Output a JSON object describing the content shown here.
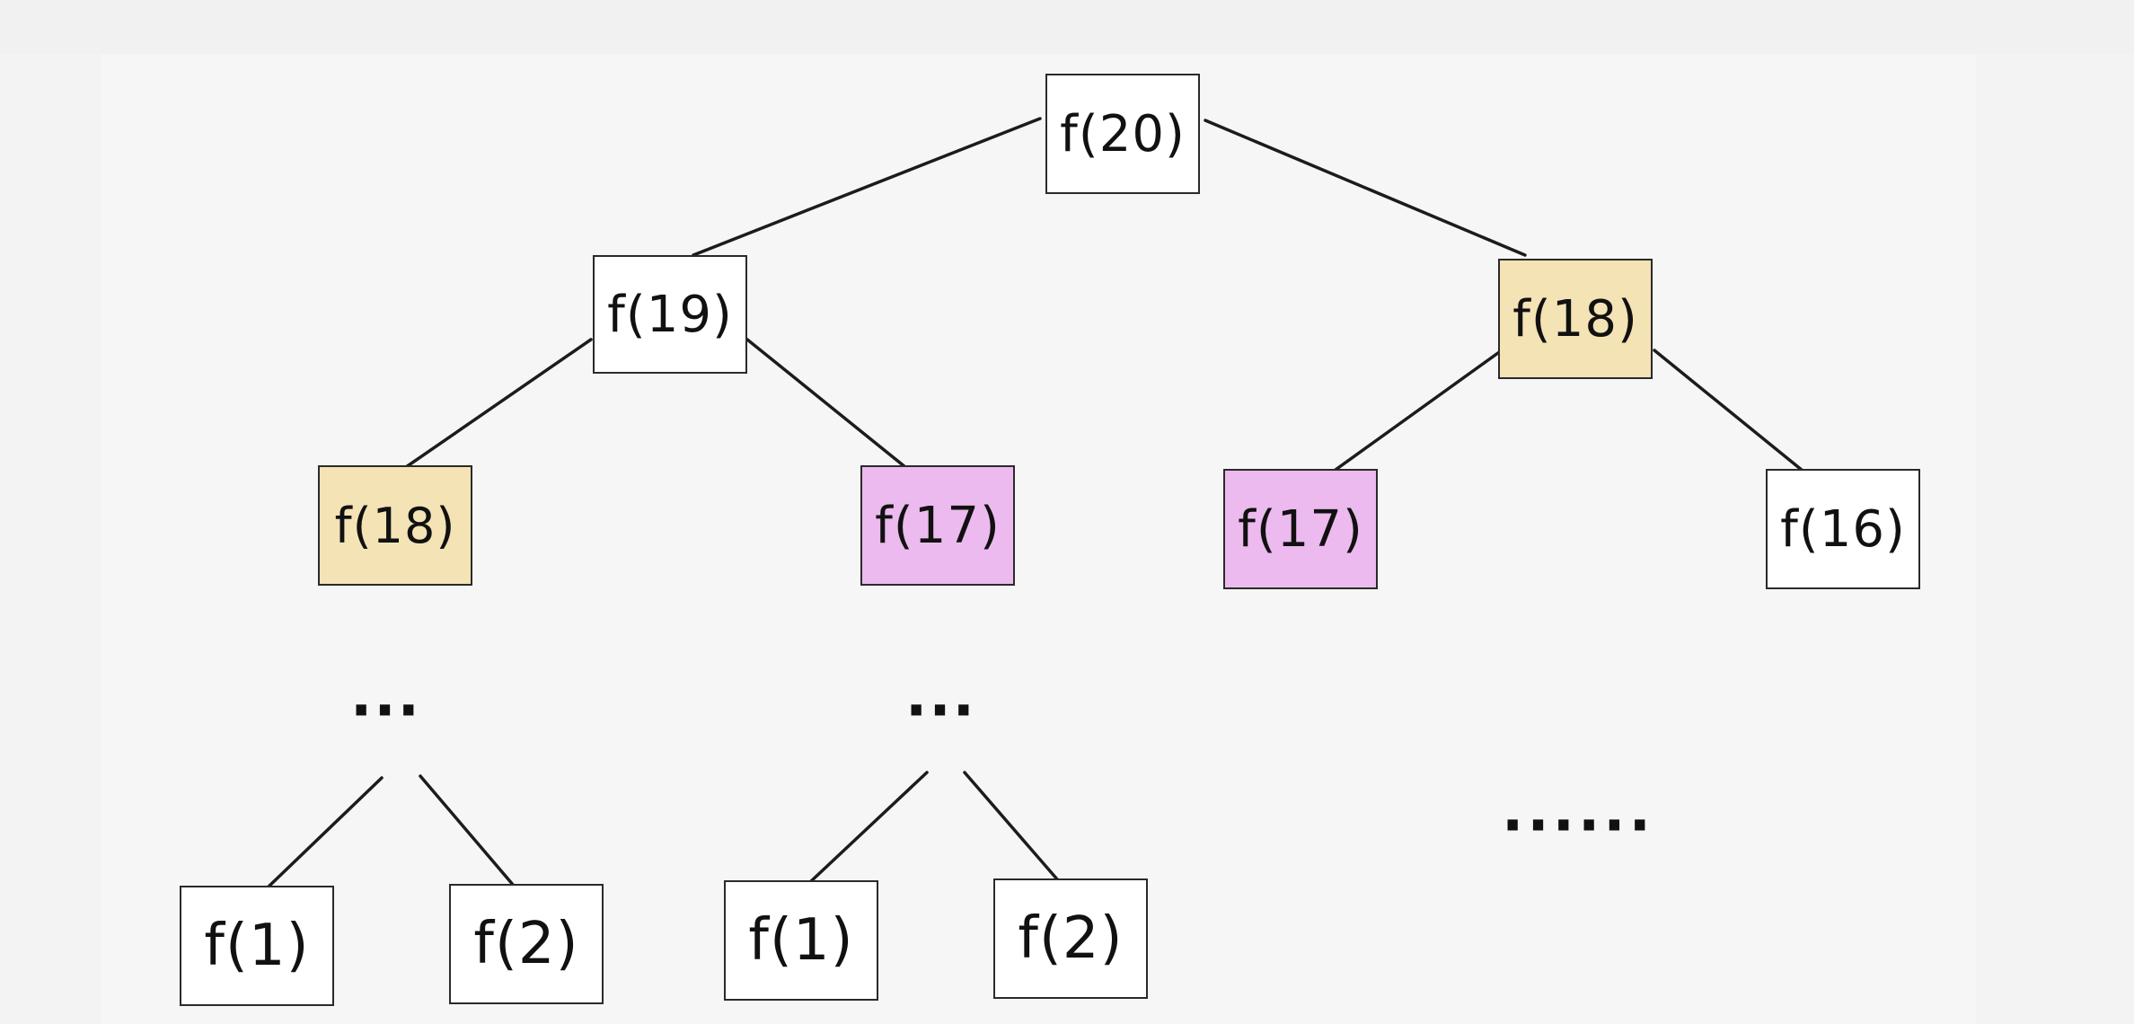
{
  "diagram": {
    "root": {
      "label": "f(20)"
    },
    "level1": [
      {
        "label": "f(19)",
        "highlight": "none"
      },
      {
        "label": "f(18)",
        "highlight": "yellow"
      }
    ],
    "level2": [
      {
        "label": "f(18)",
        "highlight": "yellow"
      },
      {
        "label": "f(17)",
        "highlight": "purple"
      },
      {
        "label": "f(17)",
        "highlight": "purple"
      },
      {
        "label": "f(16)",
        "highlight": "none"
      }
    ],
    "continuation": [
      "···",
      "···"
    ],
    "trailing_ellipsis": "······",
    "leaves": [
      {
        "label": "f(1)"
      },
      {
        "label": "f(2)"
      },
      {
        "label": "f(1)"
      },
      {
        "label": "f(2)"
      }
    ],
    "colors": {
      "yellow_highlight": "#f3e3b5",
      "purple_highlight": "#ecbaee",
      "node_default": "#ffffff",
      "border": "#2a2a2a"
    }
  }
}
